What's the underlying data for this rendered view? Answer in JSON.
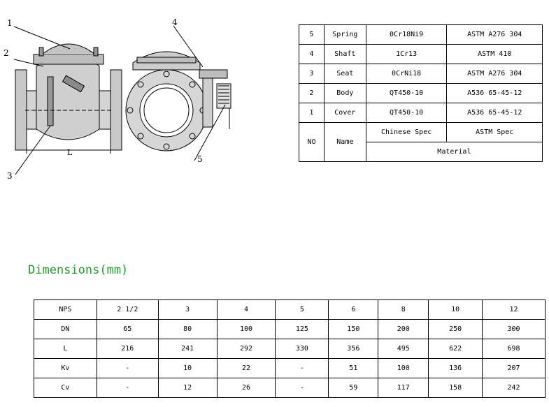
{
  "drawing": {
    "callouts": [
      "1",
      "2",
      "3",
      "4",
      "5"
    ],
    "dimension_label": "L"
  },
  "materials": {
    "rows": [
      {
        "no": "5",
        "name": "Spring",
        "chinese": "0Cr18Ni9",
        "astm": "ASTM A276 304"
      },
      {
        "no": "4",
        "name": "Shaft",
        "chinese": "1Cr13",
        "astm": "ASTM 410"
      },
      {
        "no": "3",
        "name": "Seat",
        "chinese": "0CrNi18",
        "astm": "ASTM A276 304"
      },
      {
        "no": "2",
        "name": "Body",
        "chinese": "QT450-10",
        "astm": "A536 65-45-12"
      },
      {
        "no": "1",
        "name": "Cover",
        "chinese": "QT450-10",
        "astm": "A536 65-45-12"
      }
    ],
    "header": {
      "no": "NO",
      "name": "Name",
      "chinese": "Chinese Spec",
      "astm": "ASTM Spec",
      "material": "Material"
    }
  },
  "dimensions": {
    "title": "Dimensions(mm)",
    "rows": [
      {
        "label": "NPS",
        "values": [
          "2 1/2",
          "3",
          "4",
          "5",
          "6",
          "8",
          "10",
          "12"
        ]
      },
      {
        "label": "DN",
        "values": [
          "65",
          "80",
          "100",
          "125",
          "150",
          "200",
          "250",
          "300"
        ]
      },
      {
        "label": "L",
        "values": [
          "216",
          "241",
          "292",
          "330",
          "356",
          "495",
          "622",
          "698"
        ]
      },
      {
        "label": "Kv",
        "values": [
          "-",
          "10",
          "22",
          "-",
          "51",
          "100",
          "136",
          "207"
        ]
      },
      {
        "label": "Cv",
        "values": [
          "-",
          "12",
          "26",
          "-",
          "59",
          "117",
          "158",
          "242"
        ]
      }
    ]
  }
}
